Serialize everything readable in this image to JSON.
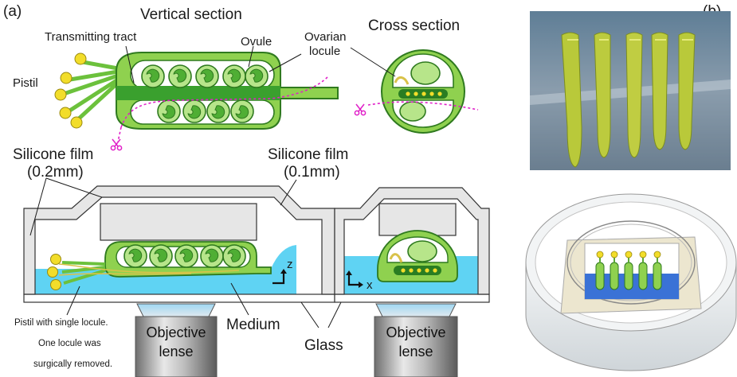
{
  "panels": {
    "a": "(a)",
    "b": "(b)"
  },
  "vertical_section": {
    "title": "Vertical section",
    "transmitting_tract": "Transmitting tract",
    "ovule": "Ovule",
    "ovarian_locule_1": "Ovarian",
    "ovarian_locule_2": "locule",
    "pistil": "Pistil"
  },
  "cross_section": {
    "title": "Cross section"
  },
  "chamber": {
    "silicone_film_left_1": "Silicone film",
    "silicone_film_left_2": "(0.2mm)",
    "silicone_film_right_1": "Silicone film",
    "silicone_film_right_2": "(0.1mm)",
    "medium": "Medium",
    "glass": "Glass",
    "axis_z": "z",
    "axis_x": "x",
    "note_1": "Pistil with single locule.",
    "note_2": "One locule was",
    "note_3": "surgically removed."
  },
  "objectives": [
    {
      "line1": "Objective",
      "line2": "lense"
    },
    {
      "line1": "Objective",
      "line2": "lense"
    }
  ],
  "colors": {
    "tissue": "#8fd14f",
    "tissue_dark": "#3aa02e",
    "outline": "#2f7a1f",
    "stigma": "#f2dd2a",
    "medium": "#5fd3f3",
    "cut_line": "#e020c8",
    "film": "#e6e6e6"
  }
}
